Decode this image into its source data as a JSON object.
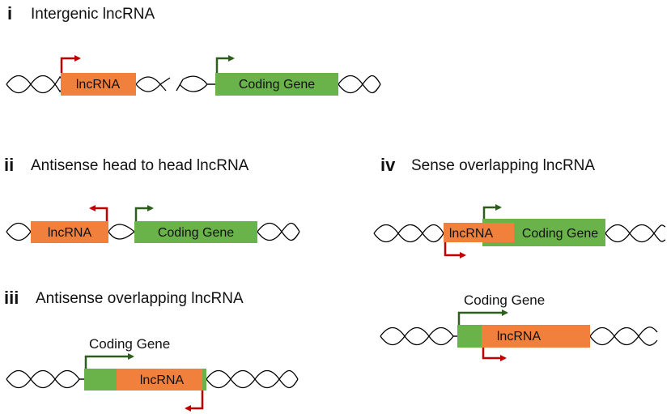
{
  "panels": {
    "i": {
      "numeral": "i",
      "title": "Intergenic lncRNA"
    },
    "ii": {
      "numeral": "ii",
      "title": "Antisense head to head lncRNA"
    },
    "iii": {
      "numeral": "iii",
      "title": "Antisense overlapping lncRNA"
    },
    "iv": {
      "numeral": "iv",
      "title": "Sense overlapping lncRNA"
    }
  },
  "labels": {
    "lncrna": "lncRNA",
    "coding_gene": "Coding Gene"
  },
  "colors": {
    "lncrna": "#f0803c",
    "coding_gene": "#6ab24a",
    "lncrna_arrow": "#c00000",
    "coding_arrow": "#2e5e1e",
    "dna": "#000000"
  }
}
